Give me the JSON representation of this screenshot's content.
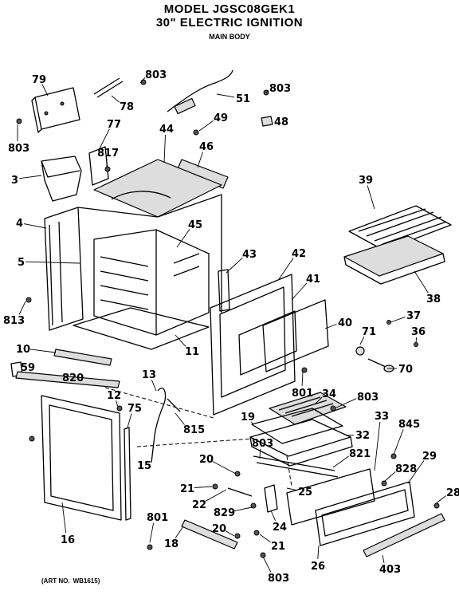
{
  "header": {
    "title": "MODEL JGSC08GEK1",
    "subtitle": "30\" ELECTRIC IGNITION",
    "section": "MAIN BODY"
  },
  "art_no": {
    "label": "(ART NO.",
    "value": "WB1615)"
  },
  "callouts": [
    "79",
    "803",
    "78",
    "51",
    "803",
    "48",
    "77",
    "49",
    "803",
    "817",
    "44",
    "46",
    "3",
    "39",
    "4",
    "45",
    "5",
    "43",
    "42",
    "41",
    "38",
    "37",
    "813",
    "71",
    "40",
    "36",
    "10",
    "11",
    "59",
    "70",
    "820",
    "13",
    "801",
    "34",
    "803",
    "12",
    "75",
    "815",
    "19",
    "32",
    "33",
    "845",
    "20",
    "821",
    "29",
    "828",
    "21",
    "25",
    "28",
    "803",
    "15",
    "22",
    "829",
    "24",
    "801",
    "20",
    "21",
    "16",
    "18",
    "26",
    "403",
    "803"
  ]
}
